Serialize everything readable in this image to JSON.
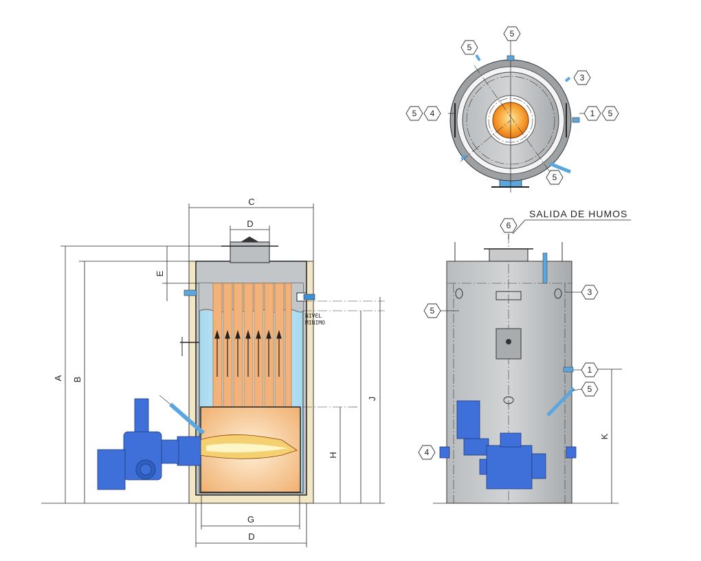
{
  "title": "Boiler technical drawing",
  "dimensions": {
    "A": "A",
    "B": "B",
    "C": "C",
    "D_top": "D",
    "E": "E",
    "G": "G",
    "D_bottom": "D",
    "H": "H",
    "J": "J",
    "K": "K"
  },
  "water_level": {
    "line1": "NIVEL",
    "line2": "MINIMO"
  },
  "flue_outlet": "SALIDA DE HUMOS",
  "callouts": {
    "top_view": [
      "5",
      "5",
      "3",
      "5",
      "4",
      "1",
      "5",
      "5"
    ],
    "side_view": [
      "6",
      "3",
      "5",
      "1",
      "5",
      "4"
    ]
  },
  "colors": {
    "water": "#bfe3f3",
    "tubes": "#f2b27a",
    "shell": "#a9acae",
    "insulation": "#f2e7c4",
    "burner": "#3f6fd8",
    "flame": "#f0a040"
  }
}
